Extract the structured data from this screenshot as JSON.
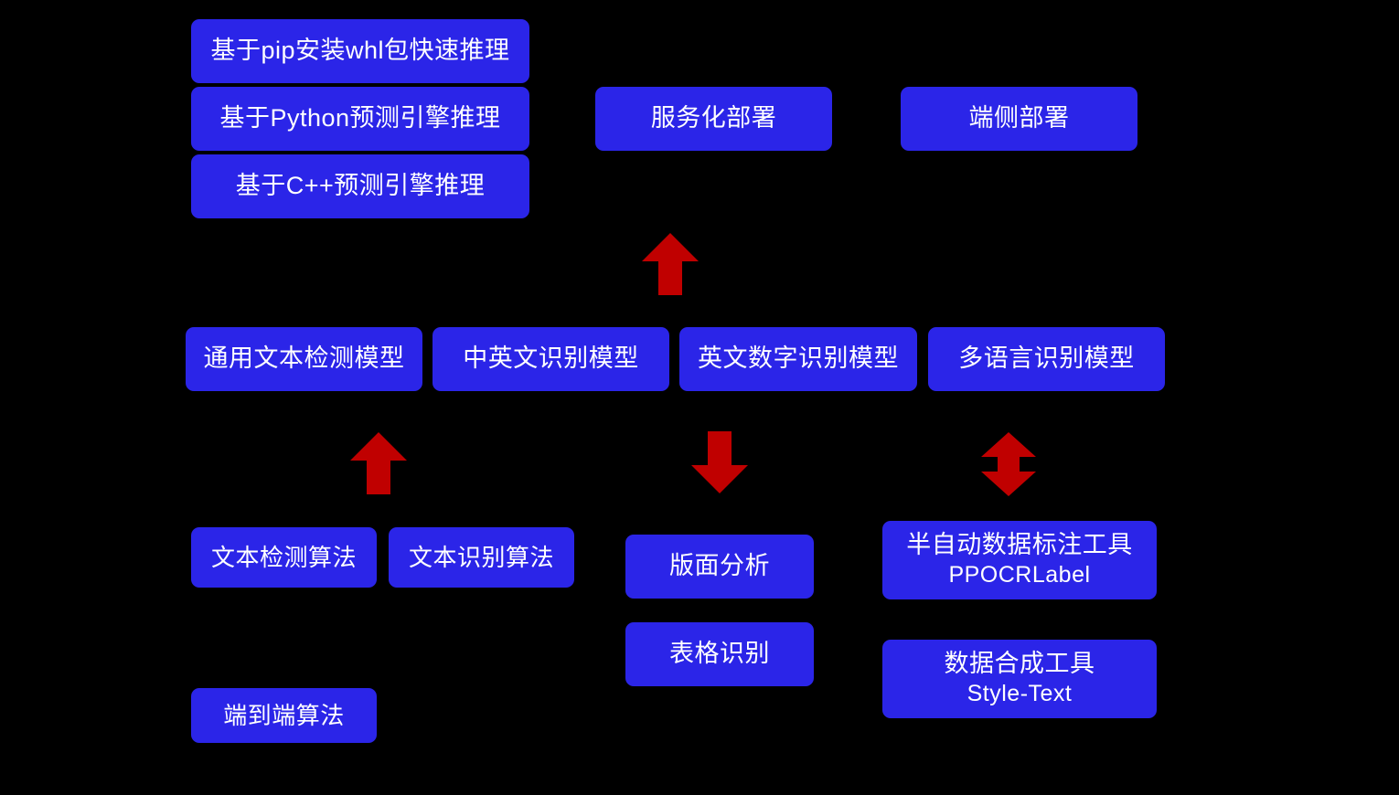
{
  "diagram": {
    "title": "PaddleOCR architecture diagram",
    "colors": {
      "background": "#000000",
      "node_fill": "#2B25E8",
      "node_text": "#FFFFFF",
      "arrow": "#C00000"
    },
    "groups": {
      "inference": {
        "name": "inference-methods",
        "nodes": [
          {
            "label": "基于pip安装whl包快速推理"
          },
          {
            "label": "基于Python预测引擎推理"
          },
          {
            "label": "基于C++预测引擎推理"
          }
        ]
      },
      "deployment": {
        "name": "deployment-methods",
        "nodes": [
          {
            "label": "服务化部署"
          },
          {
            "label": "端侧部署"
          }
        ]
      },
      "models": {
        "name": "models-row",
        "nodes": [
          {
            "label": "通用文本检测模型"
          },
          {
            "label": "中英文识别模型"
          },
          {
            "label": "英文数字识别模型"
          },
          {
            "label": "多语言识别模型"
          }
        ]
      },
      "algorithms": {
        "name": "algorithms-group",
        "nodes": [
          {
            "label": "文本检测算法"
          },
          {
            "label": "文本识别算法"
          },
          {
            "label": "端到端算法"
          }
        ]
      },
      "analysis": {
        "name": "document-analysis-group",
        "nodes": [
          {
            "label": "版面分析"
          },
          {
            "label": "表格识别"
          }
        ]
      },
      "tools": {
        "name": "data-tools-group",
        "nodes": [
          {
            "label": "半自动数据标注工具",
            "subtitle": "PPOCRLabel"
          },
          {
            "label": "数据合成工具",
            "subtitle": "Style-Text"
          }
        ]
      }
    },
    "arrows": [
      {
        "name": "arrow-models-to-deployment",
        "direction": "up"
      },
      {
        "name": "arrow-algorithms-to-models",
        "direction": "up"
      },
      {
        "name": "arrow-models-to-analysis",
        "direction": "down"
      },
      {
        "name": "arrow-models-tools-bidirectional",
        "direction": "up-down"
      }
    ]
  }
}
